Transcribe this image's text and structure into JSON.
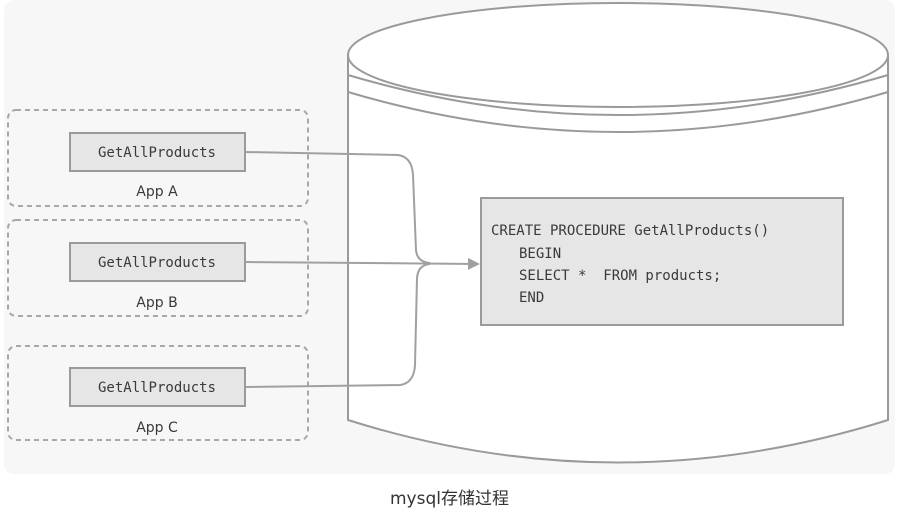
{
  "apps": [
    {
      "call_label": "GetAllProducts",
      "app_label": "App A"
    },
    {
      "call_label": "GetAllProducts",
      "app_label": "App B"
    },
    {
      "call_label": "GetAllProducts",
      "app_label": "App C"
    }
  ],
  "procedure": {
    "lines": [
      "CREATE PROCEDURE GetAllProducts()",
      "BEGIN",
      "SELECT *  FROM products;",
      "END"
    ]
  },
  "caption": "mysql存储过程"
}
